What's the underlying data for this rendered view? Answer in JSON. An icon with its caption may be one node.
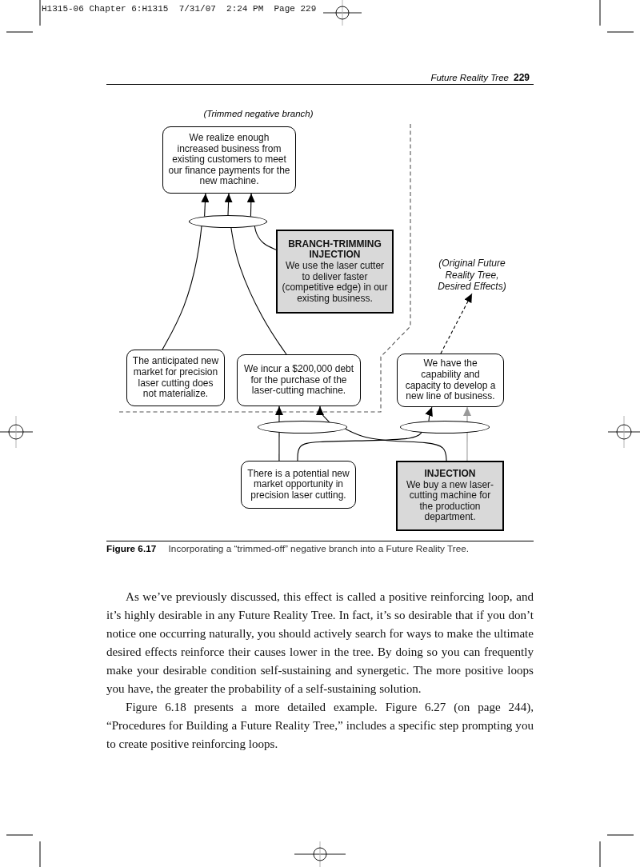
{
  "diagram": {
    "caption": "**Figure 6.17** Incorporating a “trimmed-off” negative branch into a Future Reality Tree.",
    "nodes": [
      {
        "text": [
          "We realize enough increased business from existing customers to meet our finance payments for the new machine."
        ]
      },
      {
        "text": [],
        "shape": "ellipse"
      },
      {
        "text": [
          "BRANCH-TRIMMING INJECTION",
          "We use the laser cutter to deliver faster (competitive edge) in our existing business."
        ]
      },
      {
        "text": [
          "(Original Future Reality Tree, Desired Effects)"
        ]
      },
      {
        "text": [
          "The anticipated new market for precision laser cutting does not materialize."
        ]
      },
      {
        "text": [
          "We incur a $200,000 debt for the purchase of the laser-cutting machine."
        ]
      },
      {
        "text": [
          "We have the capability and capacity to develop a new line of business."
        ]
      },
      {
        "text": [],
        "shape": "ellipse"
      },
      {
        "text": [],
        "shape": "ellipse"
      },
      {
        "text": [
          "There is a potential new market opportunity in precision laser cutting."
        ]
      },
      {
        "text": [
          "INJECTION",
          "We buy a new laser-cutting machine for the production department."
        ]
      }
    ],
    "edges": [
      {
        "from": 1,
        "to": 0,
        "arrow": "to"
      },
      {
        "from": 1,
        "to": 0,
        "arrow": "to"
      },
      {
        "from": 1,
        "to": 0,
        "arrow": "to"
      },
      {
        "from": 4,
        "to": 1,
        "arrow": "none"
      },
      {
        "from": 5,
        "to": 1,
        "arrow": "none"
      },
      {
        "from": 2,
        "to": 1,
        "arrow": "none"
      },
      {
        "from": 6,
        "to": 3,
        "arrow": "to",
        "style": "dashed"
      },
      {
        "from": 7,
        "to": 5,
        "arrow": "to"
      },
      {
        "from": 7,
        "to": 5,
        "arrow": "to"
      },
      {
        "from": 9,
        "to": 7,
        "arrow": "none"
      },
      {
        "from": 10,
        "to": 7,
        "arrow": "none"
      },
      {
        "from": 9,
        "to": 8,
        "arrow": "none"
      },
      {
        "from": 10,
        "to": 8,
        "arrow": "none",
        "color": "#999999"
      },
      {
        "from": 8,
        "to": 6,
        "arrow": "to"
      },
      {
        "from": 8,
        "to": 6,
        "arrow": "to",
        "color": "#999999"
      }
    ],
    "labels": [
      "H1315-06 Chapter 6:H1315  7/31/07  2:24 PM  Page 229",
      "Future Reality Tree",
      "229",
      "(Trimmed negative branch)",
      "As we’ve previously discussed, this effect is called a positive reinforcing loop, and it’s highly desirable in any Future Reality Tree. In fact, it’s so desirable that if you don’t notice one occurring naturally, you should actively search for ways to make the ultimate desired effects reinforce their causes lower in the tree. By doing so you can frequently make your desirable condition self-sustaining and synergetic. The more positive loops you have, the greater the probability of a self-sustaining solution.",
      "Figure 6.18 presents a more detailed example. Figure 6.27 (on page 244), “Procedures for Building a Future Reality Tree,” includes a specific step prompting you to create positive reinforcing loops."
    ]
  }
}
